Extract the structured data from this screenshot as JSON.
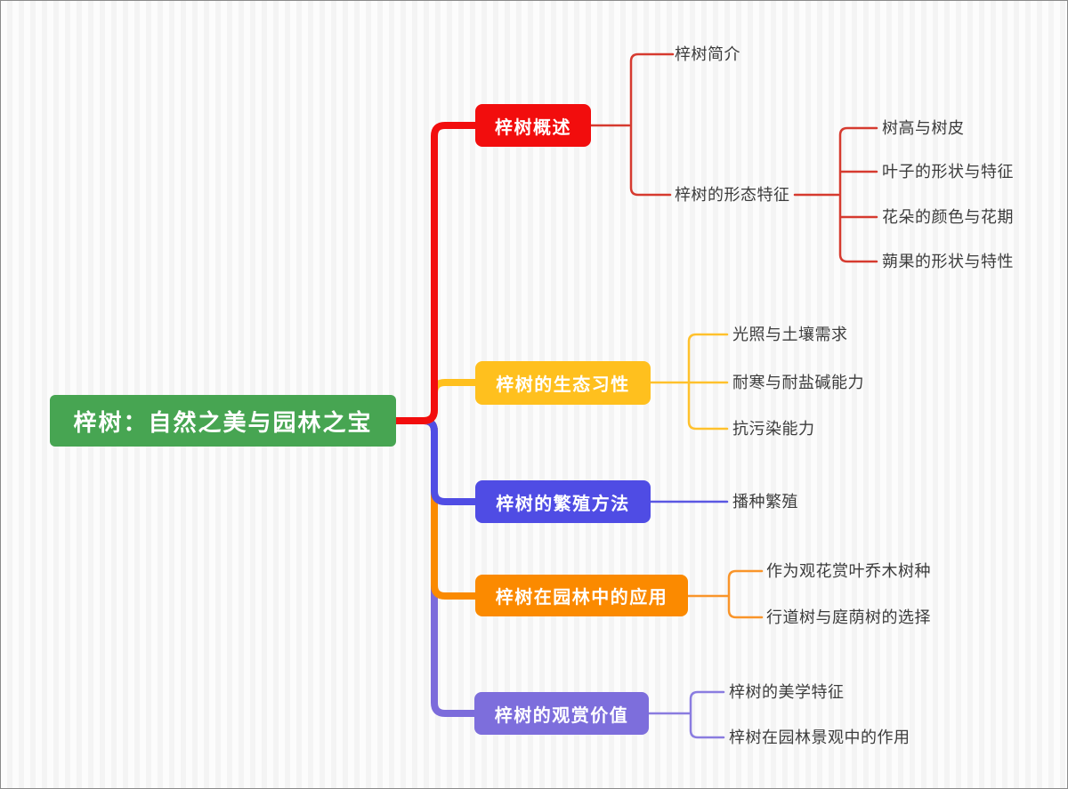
{
  "root": {
    "label": "梓树：自然之美与园林之宝",
    "color": "#47a552"
  },
  "branches": [
    {
      "label": "梓树概述",
      "color": "#f20d0d",
      "children": [
        {
          "label": "梓树简介"
        },
        {
          "label": "梓树的形态特征",
          "children": [
            {
              "label": "树高与树皮"
            },
            {
              "label": "叶子的形状与特征"
            },
            {
              "label": "花朵的颜色与花期"
            },
            {
              "label": "蒴果的形状与特性"
            }
          ]
        }
      ]
    },
    {
      "label": "梓树的生态习性",
      "color": "#ffc01e",
      "children": [
        {
          "label": "光照与土壤需求"
        },
        {
          "label": "耐寒与耐盐碱能力"
        },
        {
          "label": "抗污染能力"
        }
      ]
    },
    {
      "label": "梓树的繁殖方法",
      "color": "#4f4ce4",
      "children": [
        {
          "label": "播种繁殖"
        }
      ]
    },
    {
      "label": "梓树在园林中的应用",
      "color": "#fb8a00",
      "children": [
        {
          "label": "作为观花赏叶乔木树种"
        },
        {
          "label": "行道树与庭荫树的选择"
        }
      ]
    },
    {
      "label": "梓树的观赏价值",
      "color": "#7d6edc",
      "children": [
        {
          "label": "梓树的美学特征"
        },
        {
          "label": "梓树在园林景观中的作用"
        }
      ]
    }
  ]
}
